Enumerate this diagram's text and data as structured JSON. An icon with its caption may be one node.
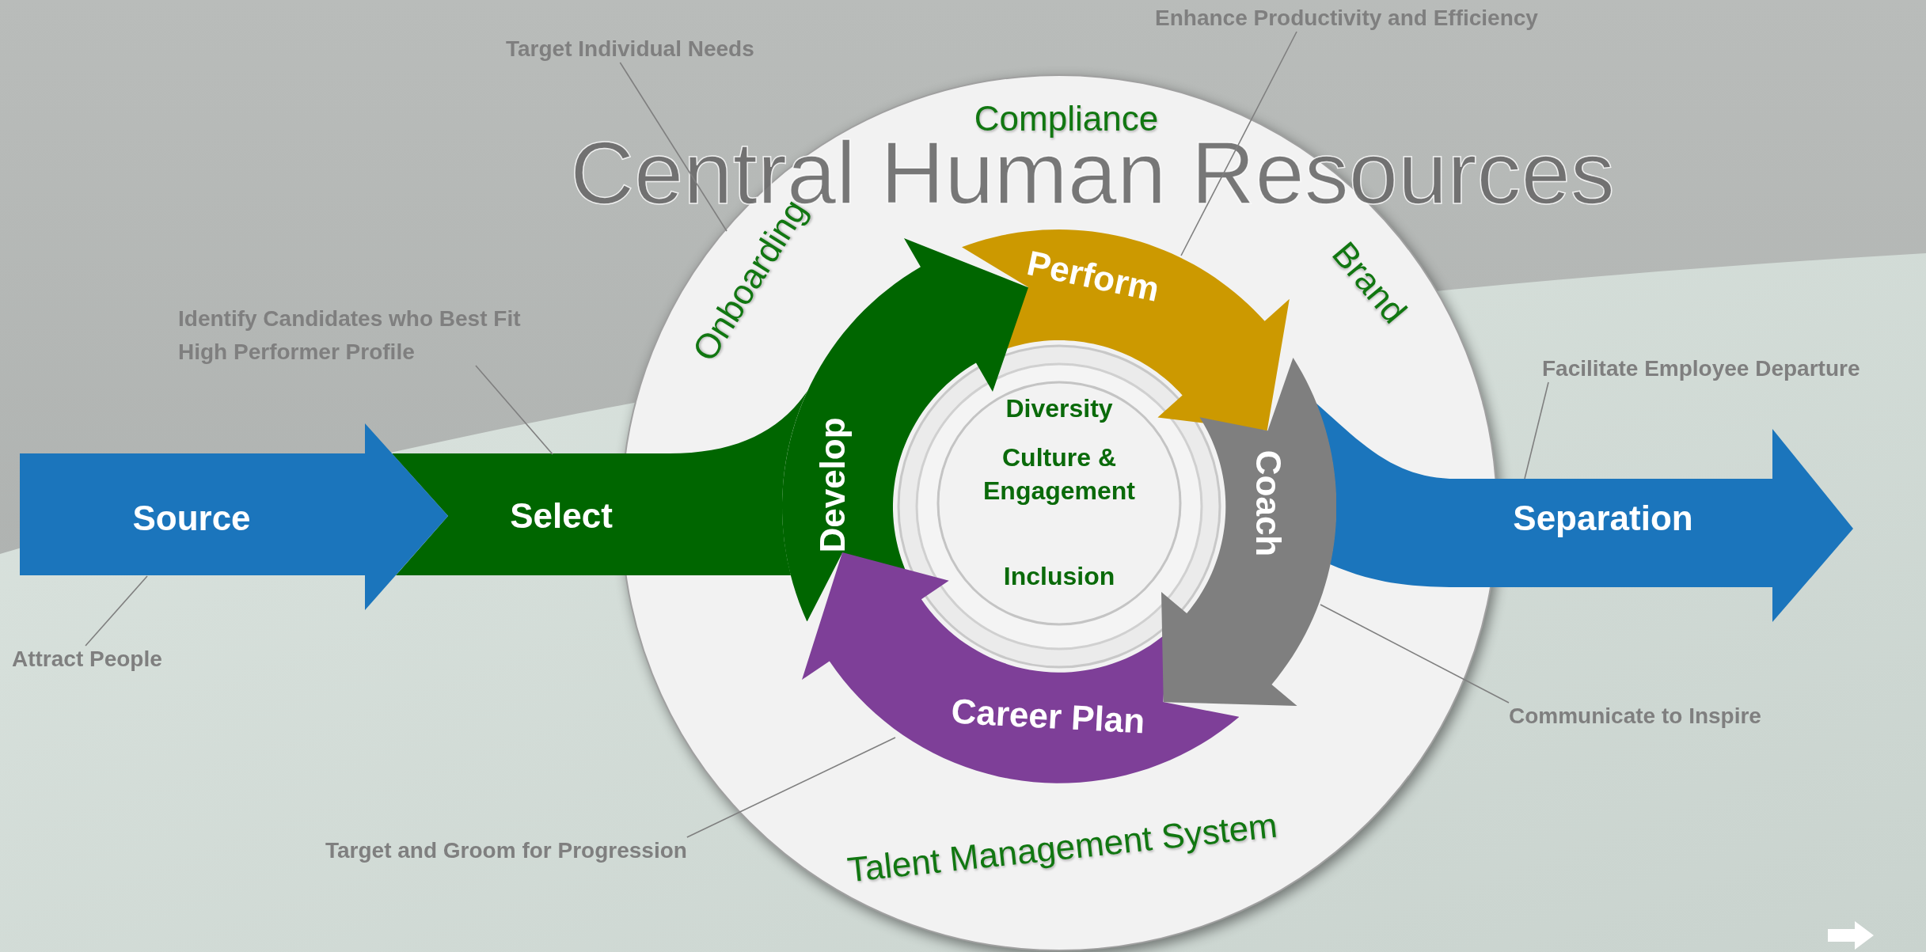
{
  "diagram": {
    "title": "Central Human Resources",
    "nodes": [
      {
        "text": [],
        "shape": "circle"
      },
      {
        "text": [
          "Onboarding"
        ],
        "in": 0
      },
      {
        "text": [
          "Compliance"
        ],
        "in": 0
      },
      {
        "text": [
          "Brand"
        ],
        "in": 0
      },
      {
        "text": [
          "Talent Management System"
        ],
        "in": 0
      },
      {
        "text": [
          "Source"
        ]
      },
      {
        "text": [
          "Select"
        ]
      },
      {
        "text": [
          "Develop"
        ],
        "in": 0
      },
      {
        "text": [
          "Perform"
        ],
        "in": 0
      },
      {
        "text": [
          "Coach"
        ],
        "in": 0
      },
      {
        "text": [
          "Career Plan"
        ],
        "in": 0
      },
      {
        "text": [
          "Diversity",
          "Culture & Engagement",
          "Inclusion"
        ],
        "in": 0
      },
      {
        "text": [
          "Separation"
        ]
      },
      {
        "text": [
          "Attract People"
        ]
      },
      {
        "text": [
          "Identify Candidates who Best Fit High Performer Profile"
        ]
      },
      {
        "text": [
          "Target Individual Needs"
        ]
      },
      {
        "text": [
          "Enhance Productivity and Efficiency"
        ]
      },
      {
        "text": [
          "Facilitate Employee Departure"
        ]
      },
      {
        "text": [
          "Communicate to Inspire"
        ]
      },
      {
        "text": [
          "Target and Groom for Progression"
        ]
      }
    ],
    "edges": [
      {
        "from": 13,
        "to": 5,
        "arrow": "none"
      },
      {
        "from": 14,
        "to": 6,
        "arrow": "none"
      },
      {
        "from": 15,
        "to": 1,
        "arrow": "none"
      },
      {
        "from": 16,
        "to": 8,
        "arrow": "none"
      },
      {
        "from": 17,
        "to": 12,
        "arrow": "none"
      },
      {
        "from": 18,
        "to": 9,
        "arrow": "none"
      },
      {
        "from": 19,
        "to": 10,
        "arrow": "none"
      }
    ]
  }
}
